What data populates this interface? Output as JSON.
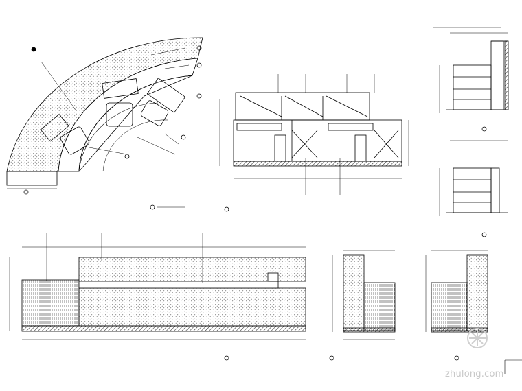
{
  "drawing": {
    "line_color": "#000000",
    "hatch_color": "#555555",
    "background": "#ffffff",
    "views": [
      {
        "id": "plan-view",
        "kind": "curved reception desk plan"
      },
      {
        "id": "front-elevation",
        "kind": "desk elevation with drawers and CPUs"
      },
      {
        "id": "side-section-upper",
        "kind": "section detail"
      },
      {
        "id": "side-section-lower",
        "kind": "section detail"
      },
      {
        "id": "long-front-elevation",
        "kind": "long front elevation with dotted panels"
      },
      {
        "id": "end-elevation-left",
        "kind": "end elevation"
      },
      {
        "id": "end-elevation-right",
        "kind": "end elevation"
      }
    ]
  },
  "watermark": {
    "text": "zhulong.com",
    "color": "#c8c8c8",
    "logo_icon": "zhulong-logo-icon"
  }
}
